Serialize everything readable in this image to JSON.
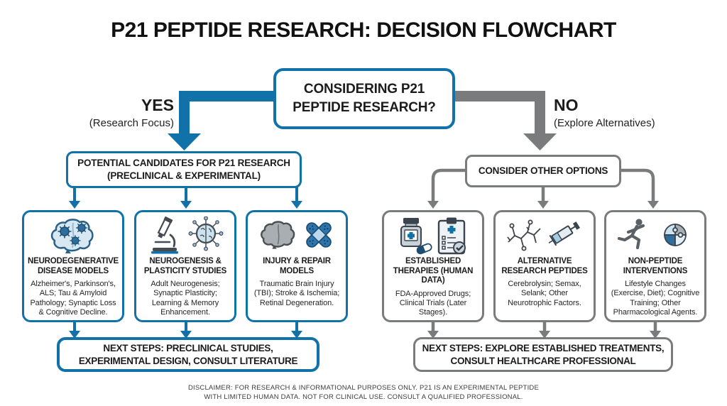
{
  "title": "P21 PEPTIDE RESEARCH: DECISION FLOWCHART",
  "colors": {
    "accent_blue": "#1172a9",
    "accent_gray": "#7a7b7c",
    "text": "#1c1c1c"
  },
  "decision": {
    "lines": [
      "CONSIDERING P21",
      "PEPTIDE RESEARCH?"
    ]
  },
  "branches": {
    "yes": {
      "label": "YES",
      "sublabel": "(Research Focus)"
    },
    "no": {
      "label": "NO",
      "sublabel": "(Explore Alternatives)"
    }
  },
  "left": {
    "header": {
      "lines": [
        "POTENTIAL CANDIDATES FOR P21 RESEARCH",
        "(PRECLINICAL & EXPERIMENTAL)"
      ]
    },
    "cards": [
      {
        "icon": "brain-pathogens-icon",
        "title": "NEURODEGENERATIVE DISEASE MODELS",
        "body": "Alzheimer's, Parkinson's, ALS; Tau & Amyloid Pathology; Synaptic Loss & Cognitive Decline."
      },
      {
        "icon": "microscope-neuron-icon",
        "title": "NEUROGENESIS & PLASTICITY STUDIES",
        "body": "Adult Neurogenesis; Synaptic Plasticity; Learning & Memory Enhancement."
      },
      {
        "icon": "brain-bandages-icon",
        "title": "INJURY & REPAIR MODELS",
        "body": "Traumatic Brain Injury (TBI); Stroke & Ischemia; Retinal Degeneration."
      }
    ],
    "next_steps": {
      "lines": [
        "NEXT STEPS: PRECLINICAL STUDIES,",
        "EXPERIMENTAL DESIGN, CONSULT LITERATURE"
      ]
    }
  },
  "right": {
    "header": {
      "lines": [
        "CONSIDER OTHER OPTIONS"
      ]
    },
    "cards": [
      {
        "icon": "pill-bottle-clipboard-icon",
        "title": "ESTABLISHED THERAPIES (HUMAN DATA)",
        "body": "FDA-Approved Drugs; Clinical Trials (Later Stages)."
      },
      {
        "icon": "molecule-syringe-icon",
        "title": "ALTERNATIVE RESEARCH PEPTIDES",
        "body": "Cerebrolysin; Semax, Selank; Other Neurotrophic Factors."
      },
      {
        "icon": "runner-puzzle-brain-icon",
        "title": "NON-PEPTIDE INTERVENTIONS",
        "body": "Lifestyle Changes (Exercise, Diet); Cognitive Training; Other Pharmacological Agents."
      }
    ],
    "next_steps": {
      "lines": [
        "NEXT STEPS: EXPLORE ESTABLISHED TREATMENTS,",
        "CONSULT HEALTHCARE PROFESSIONAL"
      ]
    }
  },
  "disclaimer": {
    "lines": [
      "DISCLAIMER: FOR RESEARCH & INFORMATIONAL PURPOSES ONLY. P21 IS AN EXPERIMENTAL PEPTIDE",
      "WITH LIMITED HUMAN DATA. NOT FOR CLINICAL USE. CONSULT A QUALIFIED PROFESSIONAL."
    ]
  }
}
